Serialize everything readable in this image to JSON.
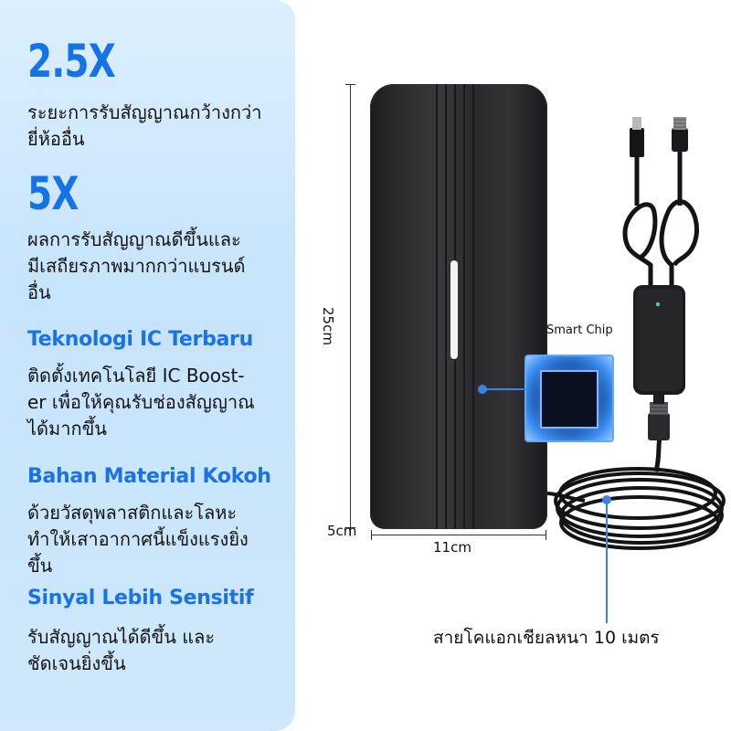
{
  "left_panel": {
    "stat_1": "2.5X",
    "stat_1_desc": "ระยะการรับสัญญาณกว้างกว่า\nยี่ห้ออื่น",
    "stat_2": "5X",
    "stat_2_desc": "ผลการรับสัญญาณดีขึ้นและ\nมีเสถียรภาพมากกว่าแบรนด์\nอื่น",
    "feature_1_title": "Teknologi IC Terbaru",
    "feature_1_desc": "ติดตั้งเทคโนโลยี IC Boost-\ner เพื่อให้คุณรับช่องสัญญาณ\nได้มากขึ้น",
    "feature_2_title": "Bahan Material Kokoh",
    "feature_2_desc": "ด้วยวัสดุพลาสติกและโลหะ\nทำให้เสาอากาศนี้แข็งแรงยิ่ง\nขึ้น",
    "feature_3_title": "Sinyal Lebih Sensitif",
    "feature_3_desc": "รับสัญญาณได้ดีขึ้น และ\nชัดเจนยิ่งขึ้น"
  },
  "product": {
    "height_label": "25cm",
    "depth_label": "5cm",
    "width_label": "11cm",
    "chip_label": "Smart Chip",
    "cable_label": "สายโคแอกเชียลหนา 10 เมตร"
  },
  "colors": {
    "accent": "#1573e6",
    "panel_bg": "#cfe8fb",
    "pointer": "#3b83e6"
  }
}
